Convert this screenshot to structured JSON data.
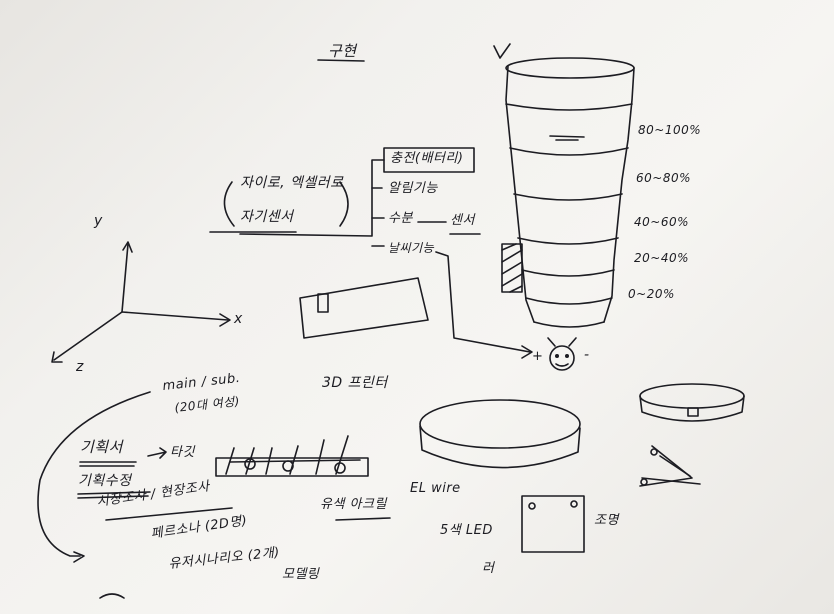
{
  "sketch": {
    "title": "구현",
    "check_mark": "V",
    "left_notes": {
      "charging_line_1": "자이로, 엑셀러로",
      "charging_line_2": "자기센서",
      "tree_items": [
        "충전(배터리)",
        "알림기능",
        "수분",
        "센서",
        "날씨기능"
      ]
    },
    "axes": {
      "y": "y",
      "x": "x",
      "z": "z"
    },
    "cup_levels": [
      "80~100%",
      "60~80%",
      "40~60%",
      "20~40%",
      "0~20%"
    ],
    "center_labels": {
      "printer": "3D 프린터",
      "plus": "+",
      "minus": "-"
    },
    "planning": {
      "label_1": "기획서",
      "label_2": "기획수정",
      "label_3": "시장조사 / 현장조사",
      "label_4": "페르소나 (2D명)",
      "label_5": "유저시나리오 (2개)",
      "label_6": "모델링",
      "target": "타깃",
      "main_sub": "main / sub.",
      "count_note": "(20대 여성)",
      "acrylic": "유색 아크릴",
      "el_wire": "EL wire",
      "led": "5색 LED",
      "misc": "러",
      "lighting": "조명"
    }
  }
}
